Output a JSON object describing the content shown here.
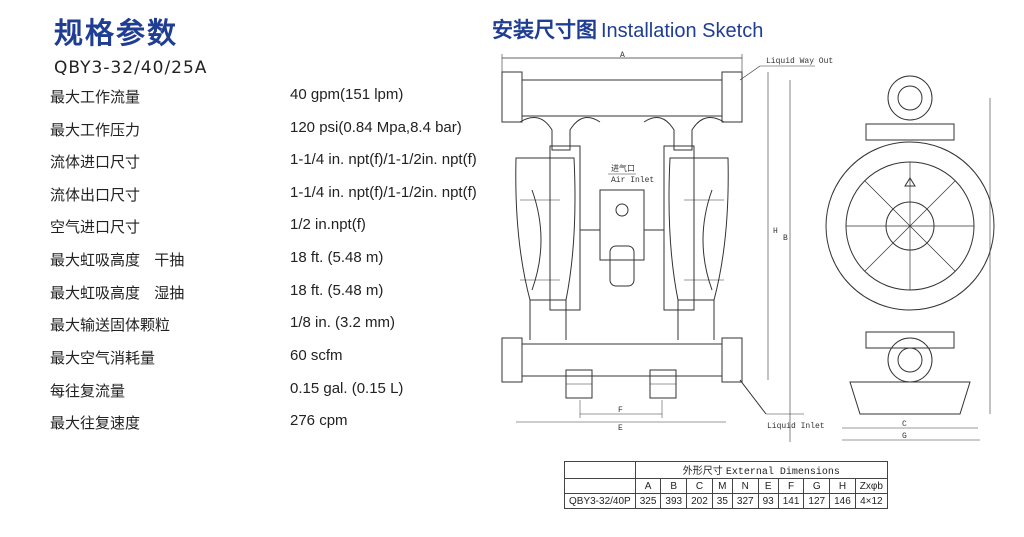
{
  "title": "规格参数",
  "model": "QBY3-32/40/25A",
  "specs": [
    {
      "label": "最大工作流量",
      "value": "40 gpm(151 lpm)"
    },
    {
      "label": "最大工作压力",
      "value": "120 psi(0.84 Mpa,8.4 bar)"
    },
    {
      "label": "流体进口尺寸",
      "value": "1-1/4 in. npt(f)/1-1/2in. npt(f)"
    },
    {
      "label": "流体出口尺寸",
      "value": "1-1/4 in. npt(f)/1-1/2in. npt(f)"
    },
    {
      "label": "空气进口尺寸",
      "value": "1/2 in.npt(f)"
    },
    {
      "label": "最大虹吸高度   干抽",
      "value": "18 ft. (5.48 m)"
    },
    {
      "label": "最大虹吸高度   湿抽",
      "value": "18 ft. (5.48 m)"
    },
    {
      "label": "最大输送固体颗粒",
      "value": "1/8 in. (3.2 mm)"
    },
    {
      "label": "最大空气消耗量",
      "value": "60 scfm"
    },
    {
      "label": "每往复流量",
      "value": "0.15 gal. (0.15 L)"
    },
    {
      "label": "最大往复速度",
      "value": "276 cpm"
    }
  ],
  "sketch": {
    "title_cn": "安装尺寸图",
    "title_en": "Installation Sketch",
    "liquid_out": "Liquid Way Out",
    "air_inlet_cn": "进气口",
    "air_inlet": "Air Inlet",
    "liquid_inlet": "Liquid Inlet",
    "dim_a": "A",
    "dim_b": "B",
    "dim_c": "C",
    "dim_e": "E",
    "dim_f": "F",
    "dim_g": "G",
    "dim_h": "H"
  },
  "dim_table": {
    "caption_cn": "外形尺寸",
    "caption_en": "External Dimensions",
    "headers": [
      "A",
      "B",
      "C",
      "M",
      "N",
      "E",
      "F",
      "G",
      "H",
      "Zxφb"
    ],
    "row_label": "QBY3-32/40P",
    "values": [
      "325",
      "393",
      "202",
      "35",
      "327",
      "93",
      "141",
      "127",
      "146",
      "4×12"
    ]
  }
}
